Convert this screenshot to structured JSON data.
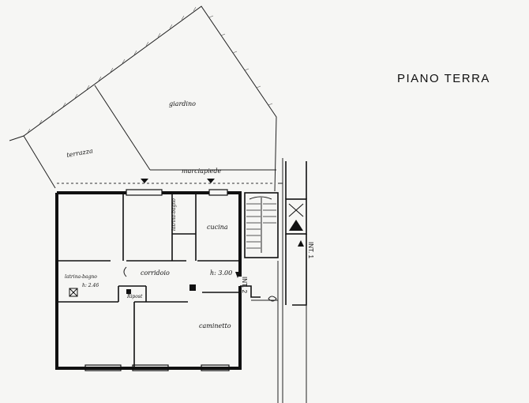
{
  "title": "PIANO TERRA",
  "rooms": {
    "giardino": "giardino",
    "terrazza": "terrazza",
    "marciapiede": "marciapiede",
    "latrina_bagno_top": "latrina-bagno",
    "cucina": "cucina",
    "corridoio": "corridoio",
    "latrina_bagno_left": "latrina-bagno",
    "height_left": "h: 2.46",
    "height_right": "h: 3.00",
    "ripost": "Ripost",
    "caminetto": "caminetto"
  },
  "units": {
    "int1": "INT. 1",
    "int2": "INT. 2"
  }
}
